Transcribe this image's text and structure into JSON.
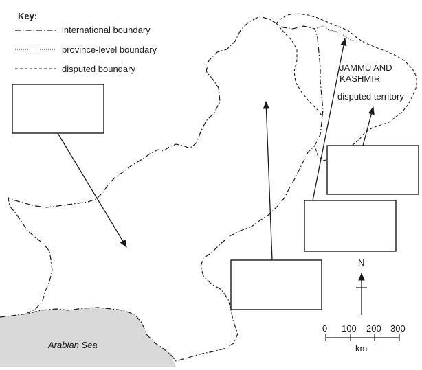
{
  "key": {
    "title": "Key:",
    "items": [
      {
        "label": "international boundary",
        "line": "international"
      },
      {
        "label": "province-level boundary",
        "line": "province"
      },
      {
        "label": "disputed boundary",
        "line": "disputed"
      }
    ]
  },
  "labels": {
    "region_line1": "JAMMU AND",
    "region_line2": "KASHMIR",
    "region_sub": "disputed territory",
    "sea": "Arabian Sea"
  },
  "scale": {
    "ticks": [
      "0",
      "100",
      "200",
      "300"
    ],
    "unit": "km"
  },
  "north": "N",
  "colors": {
    "sea": "#d9d9d9",
    "ink": "#1a1a1a"
  }
}
